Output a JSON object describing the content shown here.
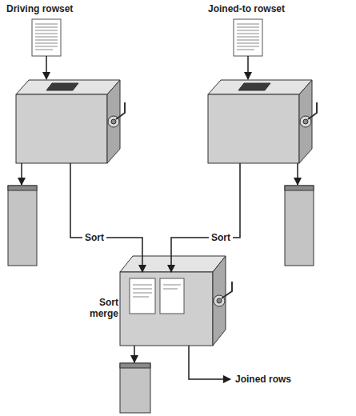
{
  "diagram": {
    "nodes": [
      {
        "text": [
          "Driving rowset"
        ]
      },
      {
        "text": [
          "Joined-to rowset"
        ]
      },
      {
        "text": [
          "Sort merge"
        ]
      }
    ],
    "edges": [
      {
        "from": 0,
        "to": 2,
        "arrow": "to",
        "label": "Sort"
      },
      {
        "from": 1,
        "to": 2,
        "arrow": "to",
        "label": "Sort"
      }
    ],
    "labels": [
      "Joined rows"
    ]
  }
}
